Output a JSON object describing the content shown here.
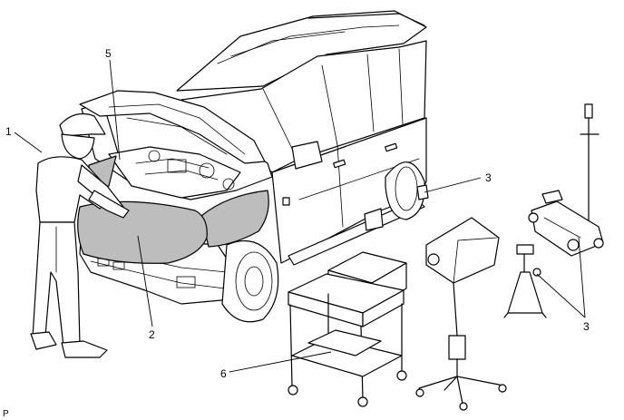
{
  "callouts": {
    "c1": "1",
    "c2": "2",
    "c3a": "3",
    "c3b": "3",
    "c5": "5",
    "c6": "6"
  },
  "corner_code": "P"
}
